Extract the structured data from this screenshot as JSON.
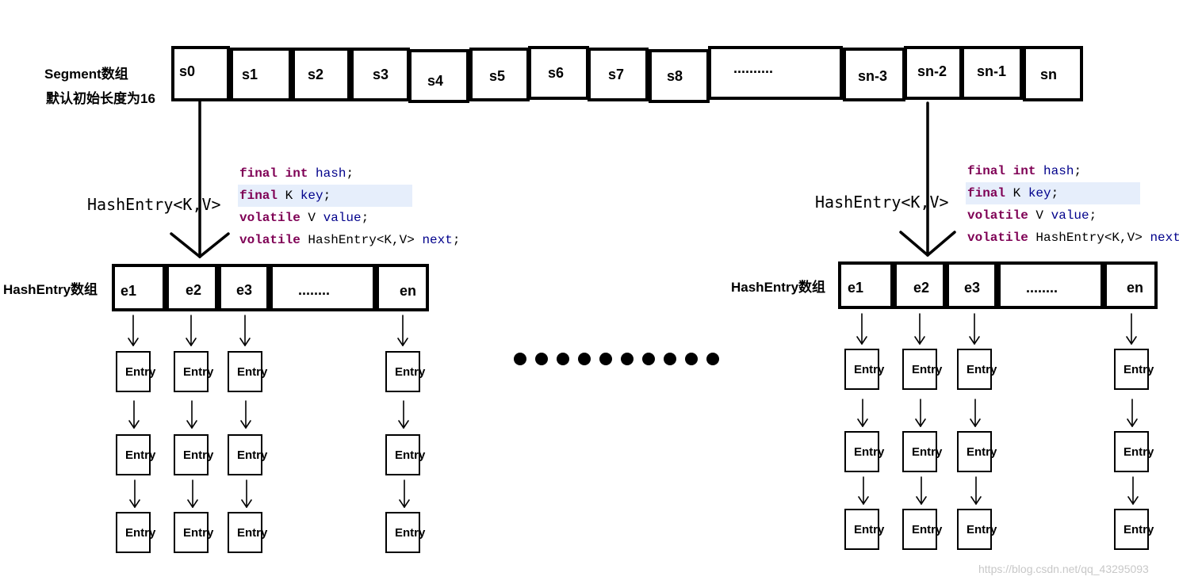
{
  "segment": {
    "title": "Segment数组",
    "subtitle": "默认初始长度为16",
    "cells": [
      "s0",
      "s1",
      "s2",
      "s3",
      "s4",
      "s5",
      "s6",
      "s7",
      "s8",
      "..........",
      "sn-3",
      "sn-2",
      "sn-1",
      "sn"
    ]
  },
  "left_group": {
    "type_label": "HashEntry<K,V>",
    "array_label": "HashEntry数组",
    "cells": [
      "e1",
      "e2",
      "e3",
      "........",
      "en"
    ],
    "entry_label": "Entry",
    "code": [
      {
        "kw": "final int",
        "rest": " hash",
        "end": ";"
      },
      {
        "kw": "final",
        "mid": " K ",
        "rest": "key",
        "end": ";"
      },
      {
        "kw": "volatile",
        "mid": " V ",
        "rest": "value",
        "end": ";"
      },
      {
        "kw": "volatile",
        "mid": " HashEntry<K,V> ",
        "rest": "next",
        "end": ";"
      }
    ]
  },
  "right_group": {
    "type_label": "HashEntry<K,V>",
    "array_label": "HashEntry数组",
    "cells": [
      "e1",
      "e2",
      "e3",
      "........",
      "en"
    ],
    "entry_label": "Entry",
    "code": [
      {
        "kw": "final int",
        "rest": " hash",
        "end": ";"
      },
      {
        "kw": "final",
        "mid": " K ",
        "rest": "key",
        "end": ";"
      },
      {
        "kw": "volatile",
        "mid": " V ",
        "rest": "value",
        "end": ";"
      },
      {
        "kw": "volatile",
        "mid": " HashEntry<K,V> ",
        "rest": "next",
        "end": ";"
      }
    ]
  },
  "watermark": "https://blog.csdn.net/qq_43295093"
}
